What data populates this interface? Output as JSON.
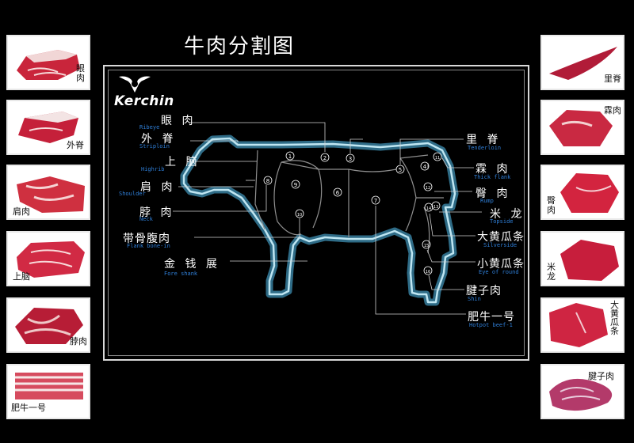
{
  "title": "牛肉分割图",
  "logo": {
    "text": "Kerchin"
  },
  "left_cards": [
    {
      "label": "眼\n肉",
      "meat": "ribeye"
    },
    {
      "label": "外脊",
      "meat": "striploin"
    },
    {
      "label": "肩肉",
      "meat": "shoulder"
    },
    {
      "label": "上脑",
      "meat": "highrib"
    },
    {
      "label": "脖肉",
      "meat": "neck"
    },
    {
      "label": "肥牛一号",
      "meat": "hotpot"
    }
  ],
  "right_cards": [
    {
      "label": "里脊",
      "meat": "tenderloin"
    },
    {
      "label": "霖肉",
      "meat": "flank"
    },
    {
      "label": "臀\n肉",
      "meat": "rump"
    },
    {
      "label": "米\n龙",
      "meat": "topside"
    },
    {
      "label": "大\n黄\n瓜\n条",
      "meat": "silverside"
    },
    {
      "label": "腱子肉",
      "meat": "shin"
    }
  ],
  "left_callouts": [
    {
      "cn": "眼 肉",
      "en": "Ribeye"
    },
    {
      "cn": "外 脊",
      "en": "Striploin"
    },
    {
      "cn": "上 脑",
      "en": "Highrib"
    },
    {
      "cn": "肩 肉",
      "en": "Shoulder"
    },
    {
      "cn": "脖 肉",
      "en": "Neck"
    },
    {
      "cn": "带骨腹肉",
      "en": "Flank bone-in"
    },
    {
      "cn": "金 钱 展",
      "en": "Fore shank"
    }
  ],
  "right_callouts": [
    {
      "cn": "里 脊",
      "en": "Tenderloin"
    },
    {
      "cn": "霖 肉",
      "en": "Thick flank"
    },
    {
      "cn": "臀 肉",
      "en": "Rump"
    },
    {
      "cn": "米 龙",
      "en": "Topside"
    },
    {
      "cn": "大黄瓜条",
      "en": "Silverside"
    },
    {
      "cn": "小黄瓜条",
      "en": "Eye of round"
    },
    {
      "cn": "腱子肉",
      "en": "Shin"
    },
    {
      "cn": "肥牛一号",
      "en": "Hotpot beef-1"
    }
  ],
  "markers": [
    "1",
    "2",
    "3",
    "4",
    "5",
    "6",
    "7",
    "8",
    "9",
    "10",
    "11",
    "12",
    "13",
    "14",
    "15",
    "16"
  ],
  "colors": {
    "outline": "#9fd4e6",
    "glow": "#3d8fb3",
    "leader": "#cfcfcf",
    "en_text": "#2f7fd8"
  }
}
